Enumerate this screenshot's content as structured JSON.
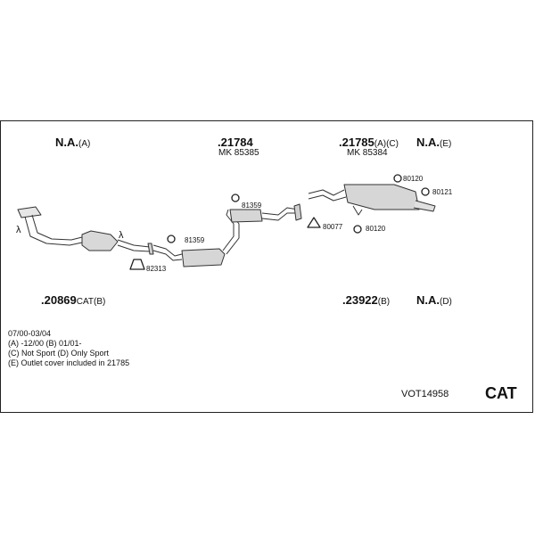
{
  "labels": {
    "na_a": {
      "num": "N.A.",
      "suffix": "(A)"
    },
    "p21784": {
      "num": ".21784",
      "suffix": ""
    },
    "mk85385": "MK 85385",
    "p21785": {
      "num": ".21785",
      "suffix": "(A)(C)"
    },
    "mk85384": "MK 85384",
    "na_e": {
      "num": "N.A.",
      "suffix": "(E)"
    },
    "p20869": {
      "num": ".20869",
      "suffix": "CAT(B)"
    },
    "p23922": {
      "num": ".23922",
      "suffix": "(B)"
    },
    "na_d": {
      "num": "N.A.",
      "suffix": "(D)"
    }
  },
  "parts": {
    "p81359a": "81359",
    "p81359b": "81359",
    "p82313": "82313",
    "p80077": "80077",
    "p80120a": "80120",
    "p80120b": "80120",
    "p80121": "80121"
  },
  "lambda": "λ",
  "notes": [
    "07/00-03/04",
    "(A) -12/00 (B) 01/01-",
    "(C) Not Sport (D) Only Sport",
    "(E) Outlet cover included in 21785"
  ],
  "code": "VOT14958",
  "cat": "CAT"
}
